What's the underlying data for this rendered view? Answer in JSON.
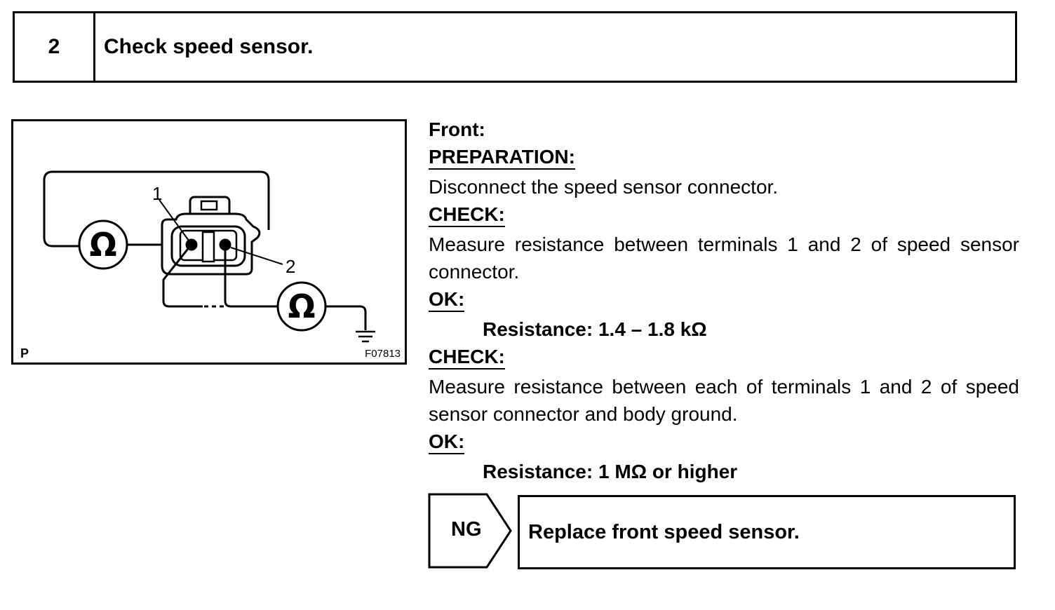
{
  "step": {
    "number": "2",
    "title": "Check speed sensor."
  },
  "figure": {
    "terminal_label_1": "1",
    "terminal_label_2": "2",
    "ohm_symbol_1": "Ω",
    "ohm_symbol_2": "Ω",
    "corner_letter": "P",
    "figure_code": "F07813",
    "icons": [
      "ohmmeter-icon",
      "connector-icon",
      "ground-icon"
    ]
  },
  "instructions": {
    "location": "Front:",
    "preparation_heading": "PREPARATION:",
    "preparation_text": "Disconnect the speed sensor connector.",
    "check1_heading": "CHECK:",
    "check1_text": "Measure resistance between terminals 1 and 2 of speed sensor connector.",
    "ok1_heading": "OK:",
    "ok1_spec": "Resistance: 1.4 – 1.8 kΩ",
    "check2_heading": "CHECK:",
    "check2_text": "Measure resistance between each of terminals 1 and 2 of speed sensor connector and body ground.",
    "ok2_heading": "OK:",
    "ok2_spec": "Resistance: 1 MΩ or higher"
  },
  "result": {
    "ng_label": "NG",
    "action": "Replace front speed sensor."
  }
}
